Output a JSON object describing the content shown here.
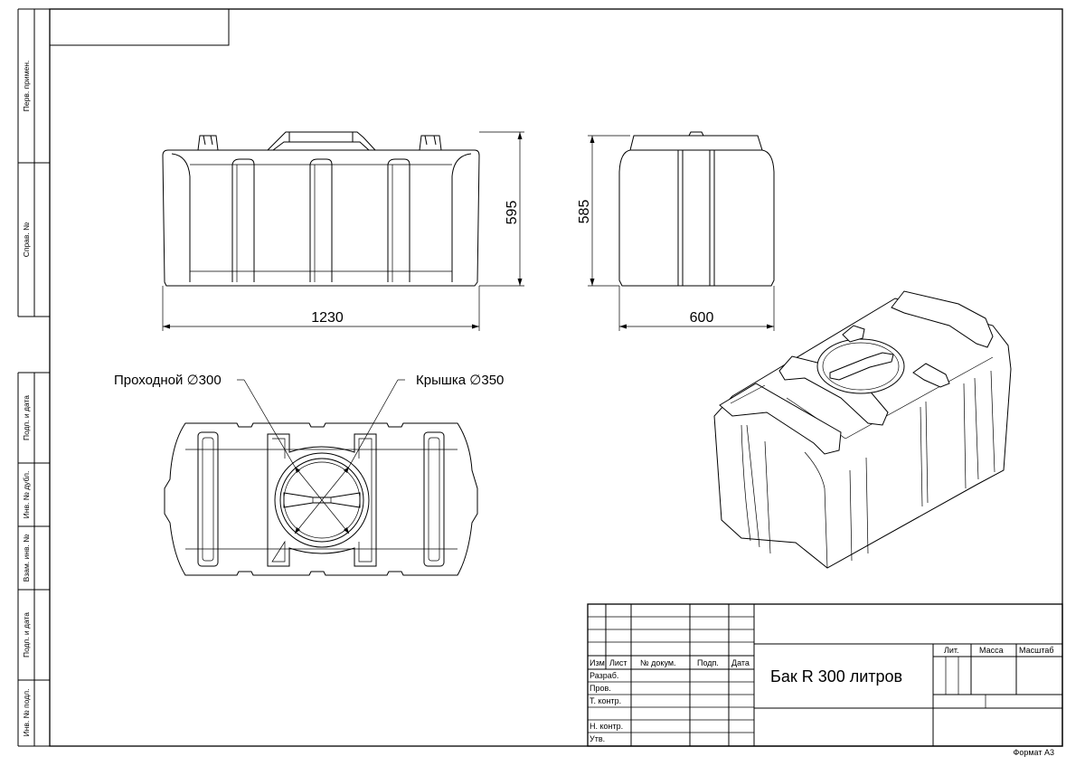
{
  "side_stamp": {
    "perv_primen": "Перв. примен.",
    "sprav_no": "Справ. №",
    "podp_data_1": "Подп. и дата",
    "inv_no_dubl": "Инв. № дубл.",
    "vzam_inv_no": "Взам. инв. №",
    "podp_data_2": "Подп. и дата",
    "inv_no_podl": "Инв. № подл."
  },
  "dimensions": {
    "front_length": "1230",
    "front_height": "595",
    "side_width": "600",
    "side_height": "585"
  },
  "callouts": {
    "passage": "Проходной ∅300",
    "lid": "Крышка ∅350"
  },
  "title_block": {
    "izm": "Изм.",
    "list": "Лист",
    "doc_no": "№ докум.",
    "podp": "Подп.",
    "data": "Дата",
    "razrab": "Разраб.",
    "prov": "Пров.",
    "t_kontr": "Т. контр.",
    "n_kontr": "Н. контр.",
    "utv": "Утв.",
    "lit": "Лит.",
    "massa": "Масса",
    "masshtab": "Масштаб",
    "title": "Бак R 300 литров"
  },
  "format": "Формат А3"
}
